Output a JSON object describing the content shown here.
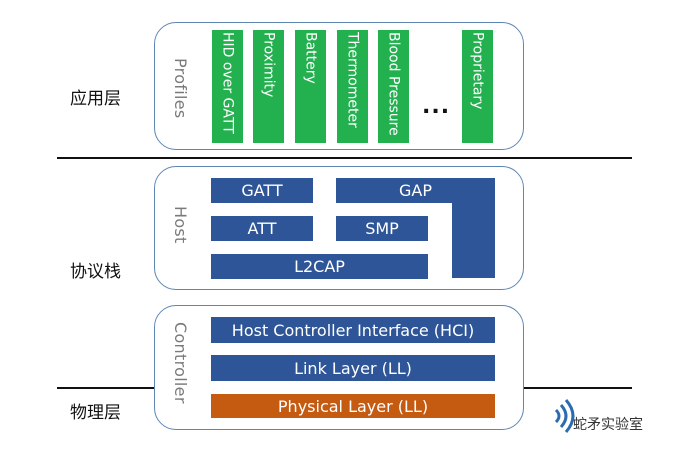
{
  "layers": {
    "application": "应用层",
    "protocol_stack": "协议栈",
    "physical": "物理层"
  },
  "sections": {
    "profiles": {
      "label": "Profiles",
      "items": [
        "HID over GATT",
        "Proximity",
        "Battery",
        "Thermometer",
        "Blood Pressure",
        "Proprietary"
      ],
      "ellipsis": "...",
      "color": "#23b04f"
    },
    "host": {
      "label": "Host",
      "blocks": {
        "gatt": "GATT",
        "gap": "GAP",
        "att": "ATT",
        "smp": "SMP",
        "l2cap": "L2CAP"
      },
      "color": "#2e5597"
    },
    "controller": {
      "label": "Controller",
      "blocks": {
        "hci": "Host Controller Interface (HCI)",
        "ll": "Link  Layer (LL)",
        "phy": "Physical  Layer (LL)"
      },
      "phy_color": "#c55a11"
    }
  },
  "watermark": {
    "text": "蛇矛实验室",
    "icon": "wifi-signal-icon"
  }
}
